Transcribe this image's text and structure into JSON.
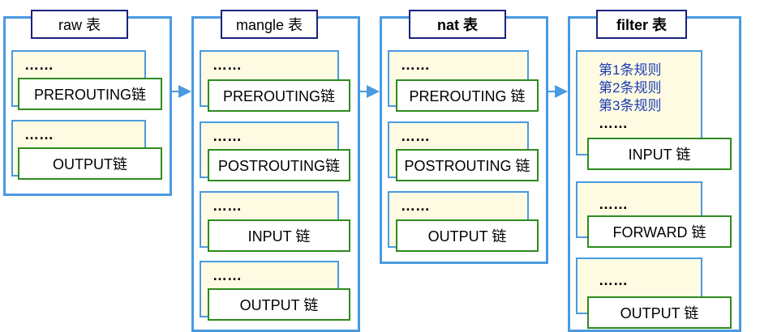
{
  "tables": [
    {
      "id": "raw",
      "title": "raw 表",
      "chains": [
        {
          "rules": [
            "……"
          ],
          "label": "PREROUTING链"
        },
        {
          "rules": [
            "……"
          ],
          "label": "OUTPUT链"
        }
      ]
    },
    {
      "id": "mangle",
      "title": "mangle 表",
      "chains": [
        {
          "rules": [
            "……"
          ],
          "label": "PREROUTING链"
        },
        {
          "rules": [
            "……"
          ],
          "label": "POSTROUTING链"
        },
        {
          "rules": [
            "……"
          ],
          "label": "INPUT 链"
        },
        {
          "rules": [
            "……"
          ],
          "label": "OUTPUT 链"
        }
      ]
    },
    {
      "id": "nat",
      "title": "nat 表",
      "chains": [
        {
          "rules": [
            "……"
          ],
          "label": "PREROUTING 链"
        },
        {
          "rules": [
            "……"
          ],
          "label": "POSTROUTING 链"
        },
        {
          "rules": [
            "……"
          ],
          "label": "OUTPUT 链"
        }
      ]
    },
    {
      "id": "filter",
      "title": "filter 表",
      "chains": [
        {
          "rules": [
            "第1条规则",
            "第2条规则",
            "第3条规则",
            "……"
          ],
          "label": "INPUT 链"
        },
        {
          "rules": [
            "……"
          ],
          "label": "FORWARD 链"
        },
        {
          "rules": [
            "……"
          ],
          "label": "OUTPUT 链"
        }
      ]
    }
  ],
  "colors": {
    "table_border": "#4a9ae0",
    "title_border": "#1a237e",
    "chain_border": "#2e8b1e",
    "rule_fill": "#fffbe3",
    "rule_text": "#1a3cb4"
  }
}
